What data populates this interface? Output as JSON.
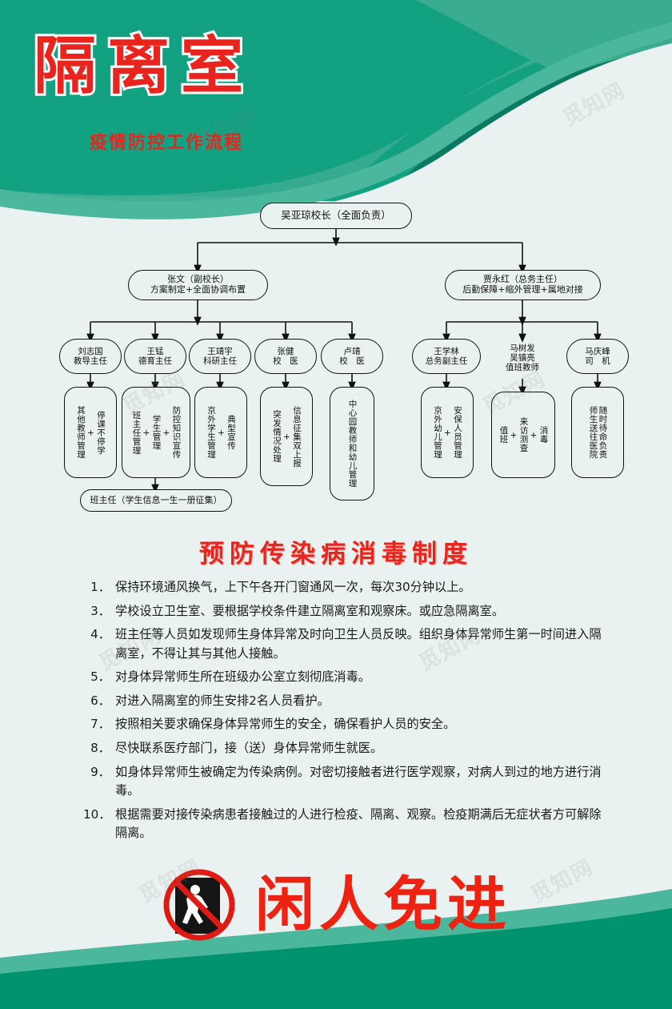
{
  "poster": {
    "title_main": "隔离室",
    "title_sub": "疫情防控工作流程",
    "colors": {
      "green_dark": "#00936e",
      "green_mid": "#12a282",
      "green_light": "#4bb79d",
      "green_deep": "#0b7a62",
      "bg": "#e9f2f0",
      "red": "#e8241c"
    }
  },
  "flowchart": {
    "root": "吴亚琼校长（全面负责）",
    "level2": [
      {
        "line1": "张文（副校长）",
        "line2": "方案制定+全面协调布置"
      },
      {
        "line1": "贾永红（总务主任）",
        "line2": "后勤保障+缩外管理+属地对接"
      }
    ],
    "level3": [
      {
        "line1": "刘志国",
        "line2": "教导主任"
      },
      {
        "line1": "王锰",
        "line2": "德育主任"
      },
      {
        "line1": "王靖宇",
        "line2": "科研主任"
      },
      {
        "line1": "张健",
        "line2": "校　医"
      },
      {
        "line1": "卢靖",
        "line2": "校　医"
      },
      {
        "line1": "王学林",
        "line2": "总务副主任"
      },
      {
        "line1": "马树发",
        "line2": "吴镇亮",
        "line3": "值班教师"
      },
      {
        "line1": "马庆峰",
        "line2": "司　机"
      }
    ],
    "level4": [
      {
        "cols": [
          "其他教师管理",
          "停课不停学"
        ],
        "plus": 1
      },
      {
        "cols": [
          "班主任管理",
          "学生管理",
          "防控知识宣传"
        ],
        "plus": 2
      },
      {
        "cols": [
          "京外学生管理",
          "典型宣传"
        ],
        "plus": 1
      },
      {
        "cols": [
          "突发情况处理",
          "信息征集双上报"
        ],
        "plus": 1
      },
      {
        "cols": [
          "中心园教师和幼儿管理"
        ],
        "plus": 0
      },
      {
        "cols": [
          "京外幼儿管理",
          "安保人员管理"
        ],
        "plus": 1
      },
      {
        "cols": [
          "值班",
          "来访测查",
          "消毒"
        ],
        "plus": 2
      },
      {
        "cols": [
          "随时待命负责",
          "师生送往医院"
        ],
        "plus": 0
      }
    ],
    "bottom_node": "班主任（学生信息一生一册征集）"
  },
  "section": {
    "title": "预防传染病消毒制度",
    "rules": [
      {
        "num": "1．",
        "text": "保持环境通风换气，上下午各开门窗通风一次，每次30分钟以上。"
      },
      {
        "num": "3．",
        "text": "学校设立卫生室、要根据学校条件建立隔离室和观察床。或应急隔离室。"
      },
      {
        "num": "4．",
        "text": "班主任等人员如发现师生身体异常及时向卫生人员反映。组织身体异常师生第一时间进入隔离室，不得让其与其他人接触。"
      },
      {
        "num": "5．",
        "text": "对身体异常师生所在班级办公室立刻彻底消毒。"
      },
      {
        "num": "6．",
        "text": "对进入隔离室的师生安排2名人员看护。"
      },
      {
        "num": "7．",
        "text": "按照相关要求确保身体异常师生的安全，确保看护人员的安全。"
      },
      {
        "num": "8．",
        "text": "尽快联系医疗部门，接（送）身体异常师生就医。"
      },
      {
        "num": "9．",
        "text": "如身体异常师生被确定为传染病例。对密切接触者进行医学观察，对病人到过的地方进行消毒。"
      },
      {
        "num": "10．",
        "text": "根据需要对接传染病患者接触过的人进行检疫、隔离、观察。检疫期满后无症状者方可解除隔离。"
      }
    ]
  },
  "bottom_banner": {
    "icon": "no-entry-icon",
    "text": "闲人免进"
  },
  "watermarks": [
    "觅知网",
    "觅知网",
    "觅知网",
    "觅知网",
    "觅知网",
    "觅知网",
    "觅知网",
    "觅知网"
  ]
}
